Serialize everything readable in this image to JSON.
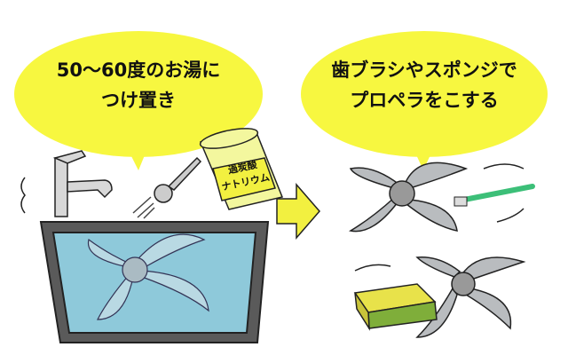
{
  "step1": {
    "line1": "50〜60度のお湯に",
    "line2": "つけ置き"
  },
  "step2": {
    "line1": "歯ブラシやスポンジで",
    "line2": "プロペラをこする"
  },
  "package_label": {
    "line1": "過炭酸",
    "line2": "ナトリウム"
  },
  "colors": {
    "bubble": "#f7f740",
    "water": "#8ec9da",
    "fan": "#b9bcbf",
    "brush": "#3cbf78",
    "sponge_yellow": "#e8e24a",
    "sponge_green": "#7fae3a"
  }
}
